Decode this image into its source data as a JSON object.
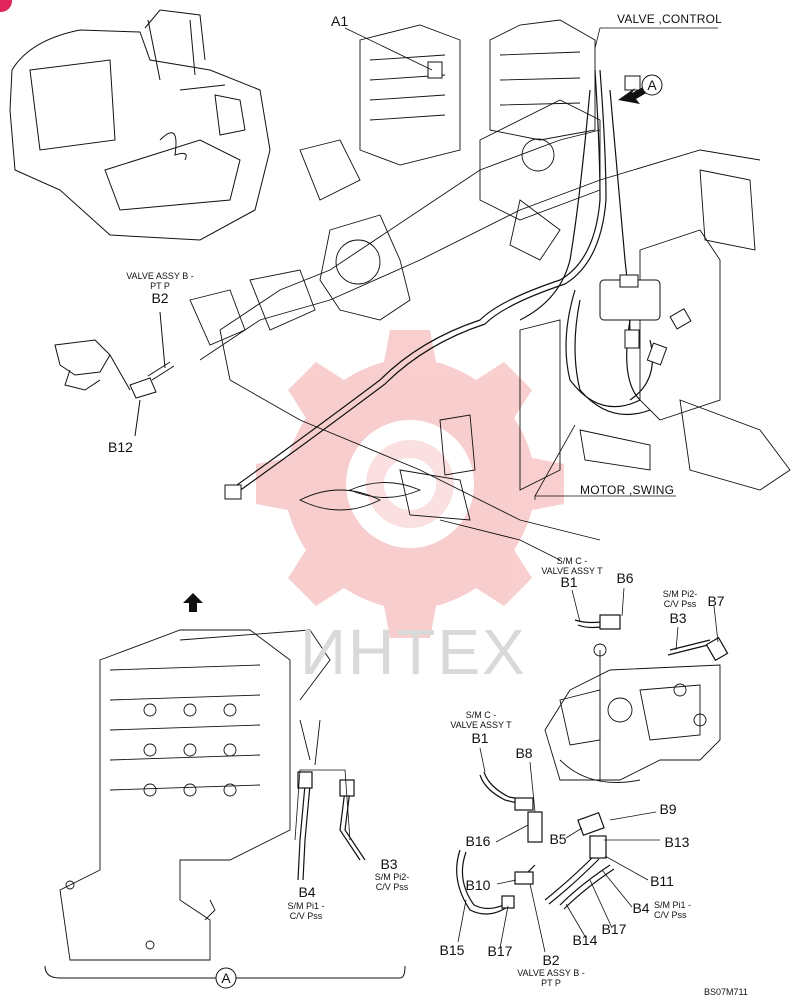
{
  "labels": {
    "a1": "A1",
    "valve_control": "VALVE ,CONTROL",
    "view_a_top": "A",
    "view_a_bottom": "A",
    "motor_swing": "MOTOR ,SWING",
    "b2_desc_top": [
      "VALVE ASSY B -",
      "PT P"
    ],
    "b2_top": "B2",
    "b12": "B12",
    "b1_desc_right": [
      "S/M C -",
      "VALVE ASSY T"
    ],
    "b1_right": "B1",
    "b6": "B6",
    "b3_desc_right": [
      "S/M Pi2-",
      "C/V Pss"
    ],
    "b3_right": "B3",
    "b7": "B7",
    "b1_desc_mid": [
      "S/M C -",
      "VALVE ASSY T"
    ],
    "b1_mid": "B1",
    "b8": "B8",
    "b9": "B9",
    "b16": "B16",
    "b13": "B13",
    "b5": "B5",
    "b10": "B10",
    "b11": "B11",
    "b4_right": "B4",
    "b4_desc_right": [
      "S/M Pi1 -",
      "C/V Pss"
    ],
    "b17_right": "B17",
    "b14": "B14",
    "b15": "B15",
    "b17_left": "B17",
    "b2_bottom": "B2",
    "b2_desc_bottom": [
      "VALVE ASSY B -",
      "PT P"
    ],
    "b3_left": "B3",
    "b3_desc_left": [
      "S/M Pi2-",
      "C/V Pss"
    ],
    "b4_left": "B4",
    "b4_desc_left": [
      "S/M Pi1 -",
      "C/V Pss"
    ],
    "drawing_code": "BS07M711"
  },
  "watermark": {
    "text": "ИНТЕХ",
    "color": "#f4b4b4"
  },
  "colors": {
    "line": "#111111",
    "watermark_gear": "#f2a6a6",
    "accent_dot": "#e0245e"
  },
  "icons": [
    "excavator-overview",
    "control-valve",
    "swing-motor",
    "arrow-view-a",
    "arrow-up",
    "hose-fitting",
    "elbow-fitting",
    "tee-fitting"
  ]
}
